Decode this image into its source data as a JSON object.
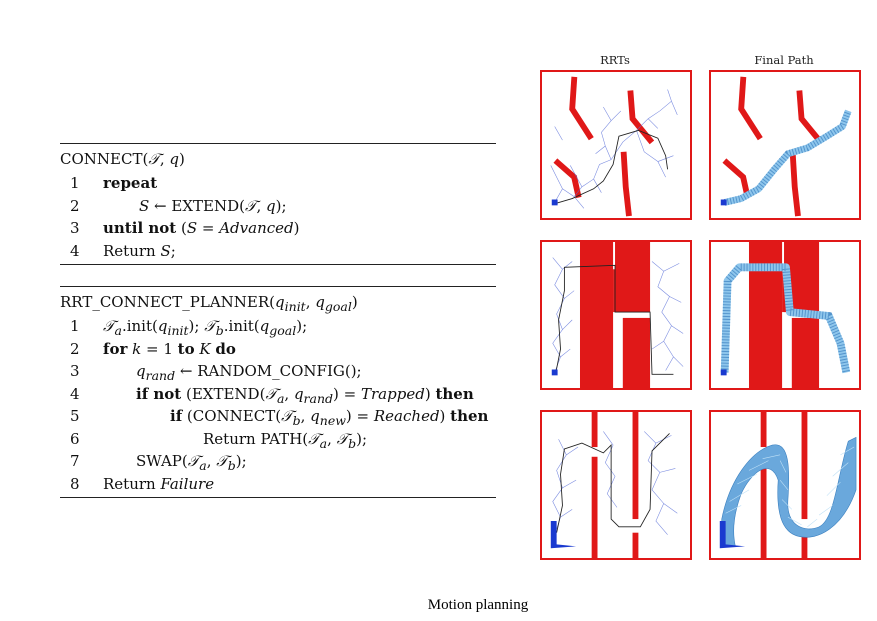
{
  "algorithm_1": {
    "title": "CONNECT(𝒯, q)",
    "lines": [
      {
        "num": "1",
        "text": "repeat"
      },
      {
        "num": "2",
        "text": "S ← EXTEND(𝒯, q);"
      },
      {
        "num": "3",
        "text_bold": "until not",
        "text": "(S = Advanced)"
      },
      {
        "num": "4",
        "text": "Return S;"
      }
    ]
  },
  "algorithm_2": {
    "title": "RRT_CONNECT_PLANNER(q_init, q_goal)",
    "lines": [
      {
        "num": "1",
        "text": "𝒯a.init(q_init); 𝒯b.init(q_goal);"
      },
      {
        "num": "2",
        "text": "for k = 1 to K do"
      },
      {
        "num": "3",
        "text": "q_rand ← RANDOM_CONFIG();"
      },
      {
        "num": "4",
        "text": "if not (EXTEND(𝒯a, q_rand) = Trapped) then"
      },
      {
        "num": "5",
        "text": "if (CONNECT(𝒯b, q_new) = Reached) then"
      },
      {
        "num": "6",
        "text": "Return PATH(𝒯a, 𝒯b);"
      },
      {
        "num": "7",
        "text": "SWAP(𝒯a, 𝒯b);"
      },
      {
        "num": "8",
        "text": "Return Failure"
      }
    ]
  },
  "figure": {
    "col_headers": [
      "RRTs",
      "Final Path"
    ],
    "colors": {
      "obstacle": "#e01818",
      "tree": "#5a6fd8",
      "path": "#8ec6ec",
      "start": "#1a3ad0"
    }
  },
  "caption": "Motion planning"
}
